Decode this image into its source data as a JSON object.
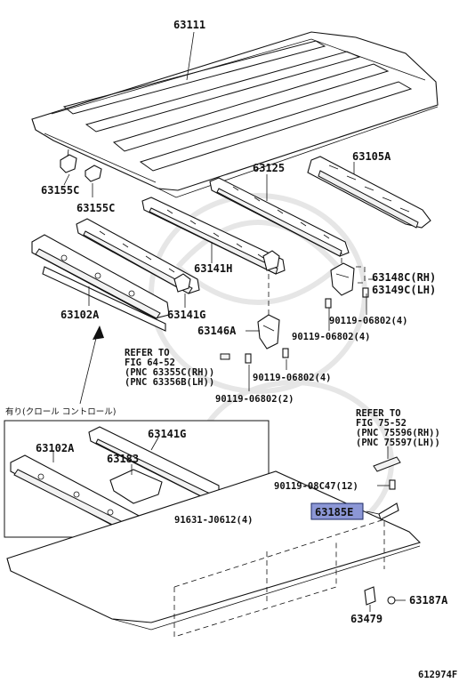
{
  "colors": {
    "highlight": "#8c97d6",
    "ink": "#111111",
    "background": "#ffffff"
  },
  "labels": {
    "p63111": "63111",
    "p63105A": "63105A",
    "p63125": "63125",
    "p63155C_a": "63155C",
    "p63155C_b": "63155C",
    "p63141H": "63141H",
    "p63102A_top": "63102A",
    "p63141G_top": "63141G",
    "p63148C": "63148C(RH)",
    "p63149C": "63149C(LH)",
    "p90119_06802_a": "90119-06802(4)",
    "p90119_06802_b": "90119-06802(4)",
    "p63146A": "63146A",
    "p90119_06802_c": "90119-06802(4)",
    "p90119_06802_d": "90119-06802(2)",
    "p63141G_inset": "63141G",
    "p63102A_inset": "63102A",
    "p63183": "63183",
    "p91631": "91631-J0612(4)",
    "p90119_08C47": "90119-08C47(12)",
    "p63185E": "63185E",
    "p63187A": "63187A",
    "p63479": "63479"
  },
  "refs": {
    "ref1_line1": "REFER TO",
    "ref1_line2": "FIG 64-52",
    "ref1_line3": "(PNC 63355C(RH))",
    "ref1_line4": "(PNC 63356B(LH))",
    "ref2_line1": "REFER TO",
    "ref2_line2": "FIG 75-52",
    "ref2_line3": "(PNC 75596(RH))",
    "ref2_line4": "(PNC 75597(LH))"
  },
  "inset": {
    "title": "有り(クロール コントロール)"
  },
  "figure_id": "612974F"
}
